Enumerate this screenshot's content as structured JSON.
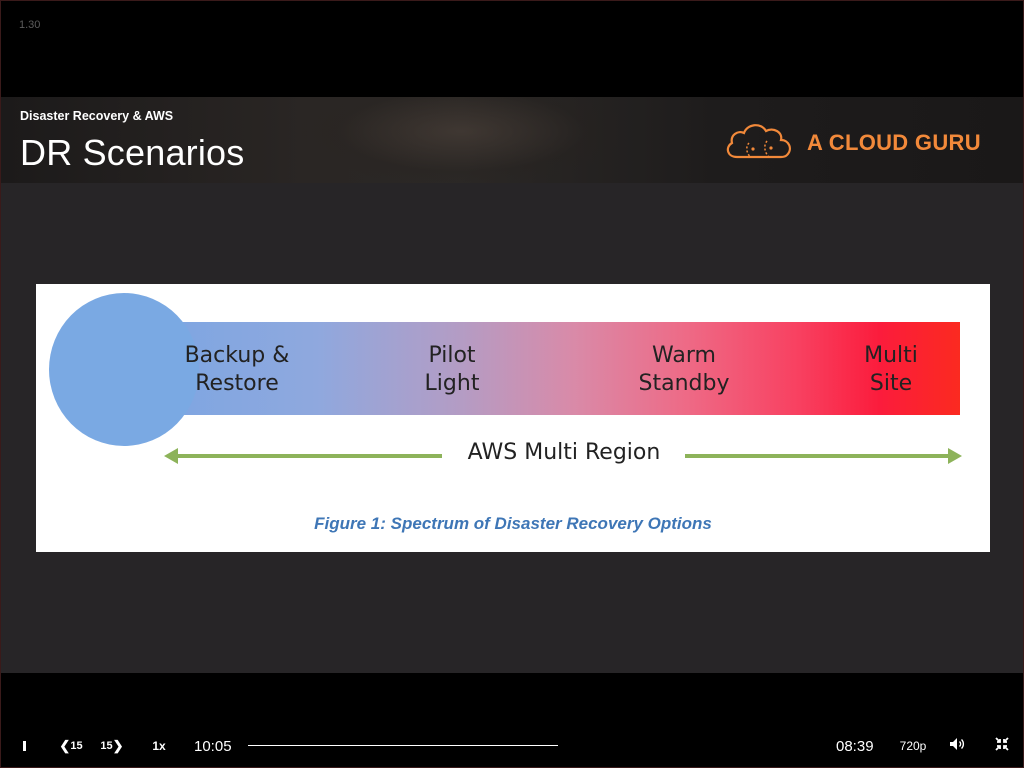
{
  "player": {
    "version": "1.30"
  },
  "slide": {
    "subtitle": "Disaster Recovery & AWS",
    "title": "DR Scenarios",
    "brand": {
      "name": "A CLOUD GURU",
      "icon": "cloud-logo-icon",
      "color": "#f2893a"
    },
    "figure": {
      "stages": [
        {
          "line1": "Backup &",
          "line2": "Restore"
        },
        {
          "line1": "Pilot",
          "line2": "Light"
        },
        {
          "line1": "Warm",
          "line2": "Standby"
        },
        {
          "line1": "Multi",
          "line2": "Site"
        }
      ],
      "arrow_label": "AWS Multi Region",
      "caption": "Figure 1:  Spectrum of Disaster Recovery Options",
      "colors": {
        "start": "#7da6e2",
        "end": "#fb2a20",
        "arrow": "#8db35a",
        "caption": "#3e76b6"
      }
    }
  },
  "controls": {
    "pause_icon": "pause-icon",
    "rewind_label": "15",
    "forward_label": "15",
    "speed_label": "1x",
    "elapsed": "10:05",
    "remaining": "08:39",
    "quality_label": "720p",
    "volume_icon": "volume-icon",
    "exit_fullscreen_icon": "exit-fullscreen-icon"
  }
}
